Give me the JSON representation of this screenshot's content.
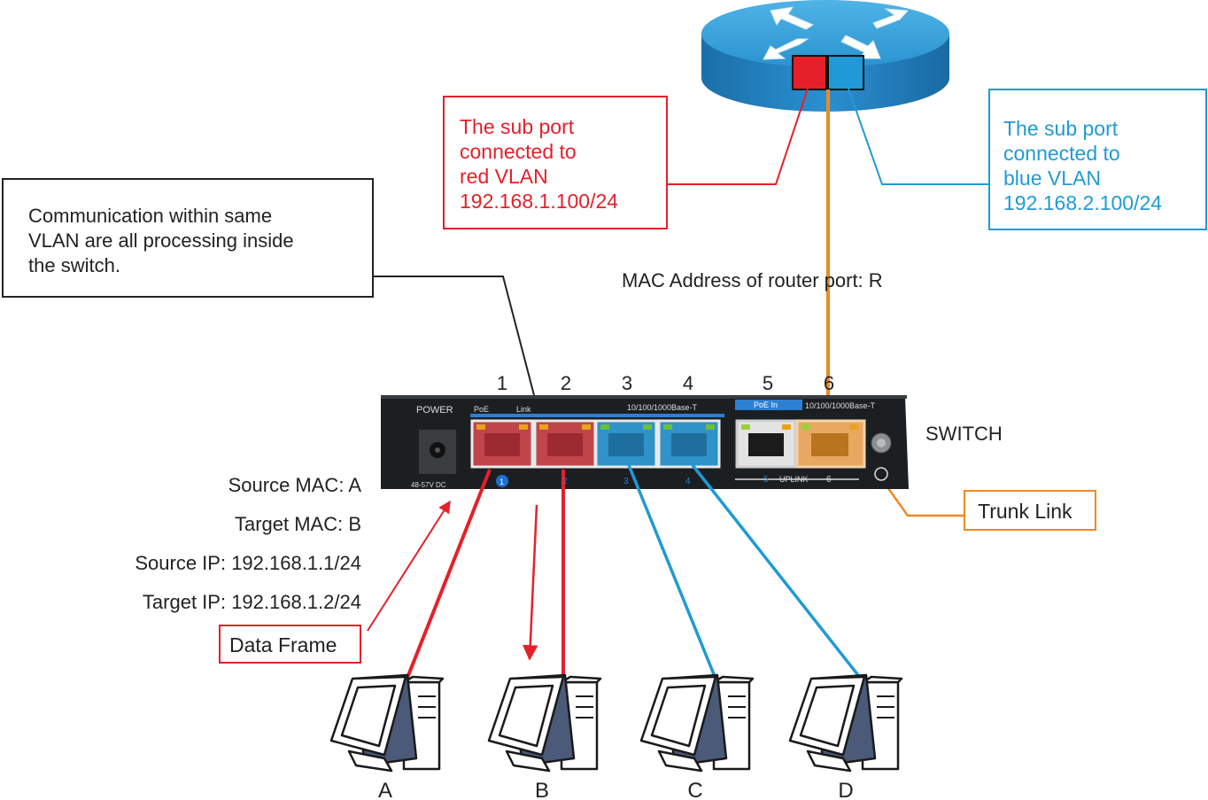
{
  "colors": {
    "red": "#e5202a",
    "blue": "#1f9ad6",
    "orange": "#ee8a1f",
    "dark": "#222222",
    "switch_body": "#1c1f22",
    "router_body": "#1f89c9"
  },
  "callouts": {
    "red_subport": [
      "The sub port",
      "connected to",
      "red VLAN",
      "192.168.1.100/24"
    ],
    "blue_subport": [
      "The sub port",
      "connected to",
      "blue VLAN",
      "192.168.2.100/24"
    ],
    "communication": [
      "Communication within same",
      "VLAN are all processing inside",
      "the switch."
    ],
    "trunk_link": "Trunk Link",
    "data_frame": "Data Frame"
  },
  "labels": {
    "mac_router": "MAC Address of router port: R",
    "switch": "SWITCH"
  },
  "frame_info": [
    "Source MAC: A",
    "Target MAC: B",
    "Source IP: 192.168.1.1/24",
    "Target IP: 192.168.1.2/24"
  ],
  "switch_panel": {
    "port_numbers": [
      "1",
      "2",
      "3",
      "4",
      "5",
      "6"
    ],
    "power": "POWER",
    "poe": "PoE",
    "link": "Link",
    "speed_left": "10/100/1000Base-T",
    "speed_right": "10/100/1000Base-T",
    "poe_in": "PoE In",
    "power_rating": "48-57V DC",
    "uplink_5": "5",
    "uplink": "UPLINK",
    "uplink_6": "6",
    "under_port_labels": [
      "1",
      "2",
      "3",
      "4"
    ]
  },
  "computers": [
    "A",
    "B",
    "C",
    "D"
  ]
}
